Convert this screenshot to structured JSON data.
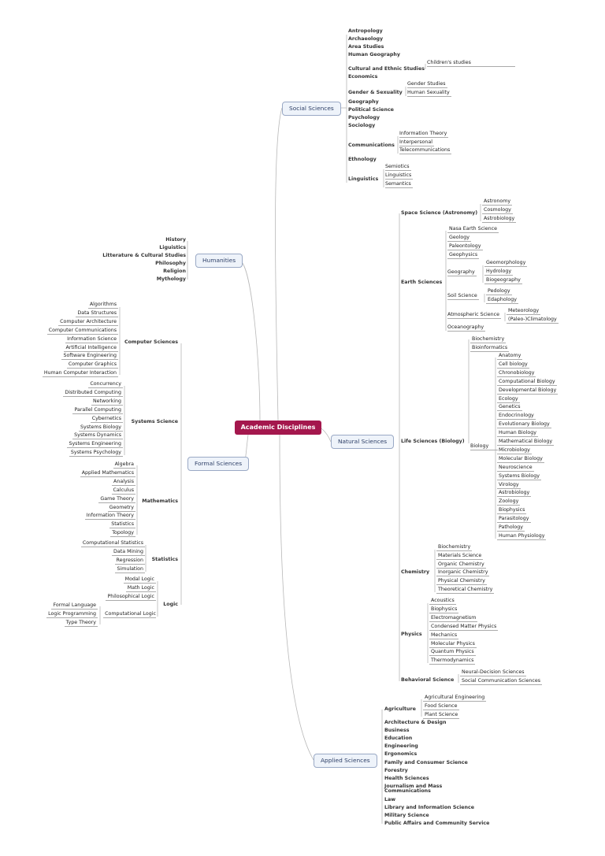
{
  "root": "Academic Disciplines",
  "social": {
    "label": "Social Sciences",
    "items": [
      "Antropology",
      "Archaeology",
      "Area Studies",
      "Human Geography",
      "Cultural and Ethnic Studies",
      "Economics",
      "Gender & Sexuality",
      "Geography",
      "Political Science",
      "Psychology",
      "Sociology",
      "Communications",
      "Ethnology",
      "Linguistics"
    ],
    "cultural_sub": [
      "Children's studies"
    ],
    "gender_sub": [
      "Gender Studies",
      "Human Sexuality"
    ],
    "comm_sub": [
      "Information Theory",
      "Interpersonal",
      "Telecommunications"
    ],
    "ling_sub": [
      "Semiotics",
      "Linguistics",
      "Semantics"
    ]
  },
  "humanities": {
    "label": "Humanities",
    "items": [
      "History",
      "Liguistics",
      "Litterature & Cultural Studies",
      "Philosophy",
      "Religion",
      "Mythology"
    ]
  },
  "formal": {
    "label": "Formal Sciences",
    "computer": {
      "label": "Computer Sciences",
      "items": [
        "Algorithms",
        "Data Structures",
        "Computer Architecture",
        "Computer Communications",
        "Information Science",
        "Artificial Intelligence",
        "Software Engineering",
        "Computer Graphics",
        "Human Computer Interaction"
      ]
    },
    "systems": {
      "label": "Systems Science",
      "items": [
        "Concurrency",
        "Distributed Computing",
        "Networking",
        "Parallel Computing",
        "Cybernetics",
        "Systems Biology",
        "Systems Dynamics",
        "Systems Engineering",
        "Systems Psychology"
      ]
    },
    "math": {
      "label": "Mathematics",
      "items": [
        "Algebra",
        "Applied Mathematics",
        "Analysis",
        "Calculus",
        "Game Theory",
        "Geometry",
        "Information Theory",
        "Statistics",
        "Topology"
      ]
    },
    "stats": {
      "label": "Statistics",
      "items": [
        "Computational Statistics",
        "Data Mining",
        "Regression",
        "Simulation"
      ]
    },
    "logic": {
      "label": "Logic",
      "items": [
        "Modal Logic",
        "Math Logic",
        "Philosophical Logic",
        "Computational Logic"
      ],
      "comp_sub": [
        "Formal Language",
        "Logic Programming",
        "Type Theory"
      ]
    }
  },
  "natural": {
    "label": "Natural Sciences",
    "space": {
      "label": "Space Science (Astronomy)",
      "items": [
        "Astronomy",
        "Cosmology",
        "Astrobiology"
      ]
    },
    "earth": {
      "label": "Earth Sciences",
      "items": [
        "Nasa Earth Science",
        "Geology",
        "Paleontology",
        "Geophysics",
        "Geography",
        "Soil Science",
        "Atmospheric Science",
        "Oceanography"
      ],
      "geo_sub": [
        "Geomorphology",
        "Hydrology",
        "Biogeography"
      ],
      "soil_sub": [
        "Pedology",
        "Edaphology"
      ],
      "atmo_sub": [
        "Meteorology",
        "(Paleo-)Climatology"
      ]
    },
    "life": {
      "label": "Life Sciences (Biology)",
      "items": [
        "Biochemistry",
        "Bioinformatics",
        "Biology"
      ],
      "bio_sub": [
        "Anatomy",
        "Cell biology",
        "Chronobiology",
        "Computational Biology",
        "Developmental Biology",
        "Ecology",
        "Genetics",
        "Endocrinology",
        "Evolutionary Biology",
        "Human Biology",
        "Mathematical Biology",
        "Microbiology",
        "Molecular Biology",
        "Neuroscience",
        "Systems Biology",
        "Virology",
        "Astrobiology",
        "Zoology",
        "Biophysics",
        "Parasitology",
        "Pathology",
        "Human Physiology"
      ]
    },
    "chem": {
      "label": "Chemistry",
      "items": [
        "Biochemistry",
        "Materials Science",
        "Organic Chemistry",
        "Inorganic Chemistry",
        "Physical Chemistry",
        "Theoretical Chemistry"
      ]
    },
    "phys": {
      "label": "Physics",
      "items": [
        "Acoustics",
        "Biophysics",
        "Electromagnetism",
        "Condensed Matter Physics",
        "Mechanics",
        "Molecular Physics",
        "Quantum Physics",
        "Thermodynamics"
      ]
    },
    "behav": {
      "label": "Behavioral Science",
      "items": [
        "Neural-Decision Sciences",
        "Social Communication Sciences"
      ]
    }
  },
  "applied": {
    "label": "Applied Sciences",
    "agri": {
      "label": "Agriculture",
      "items": [
        "Agricultural Engineering",
        "Food Science",
        "Plant Science"
      ]
    },
    "items": [
      "Architecture & Design",
      "Business",
      "Education",
      "Engineering",
      "Ergonomics",
      "Family and Consumer Science",
      "Forestry",
      "Health Sciences",
      "Journalism and Mass",
      "Communications",
      "Law",
      "Library and Information Science",
      "Military Science",
      "Public Affairs and Community Service"
    ]
  }
}
